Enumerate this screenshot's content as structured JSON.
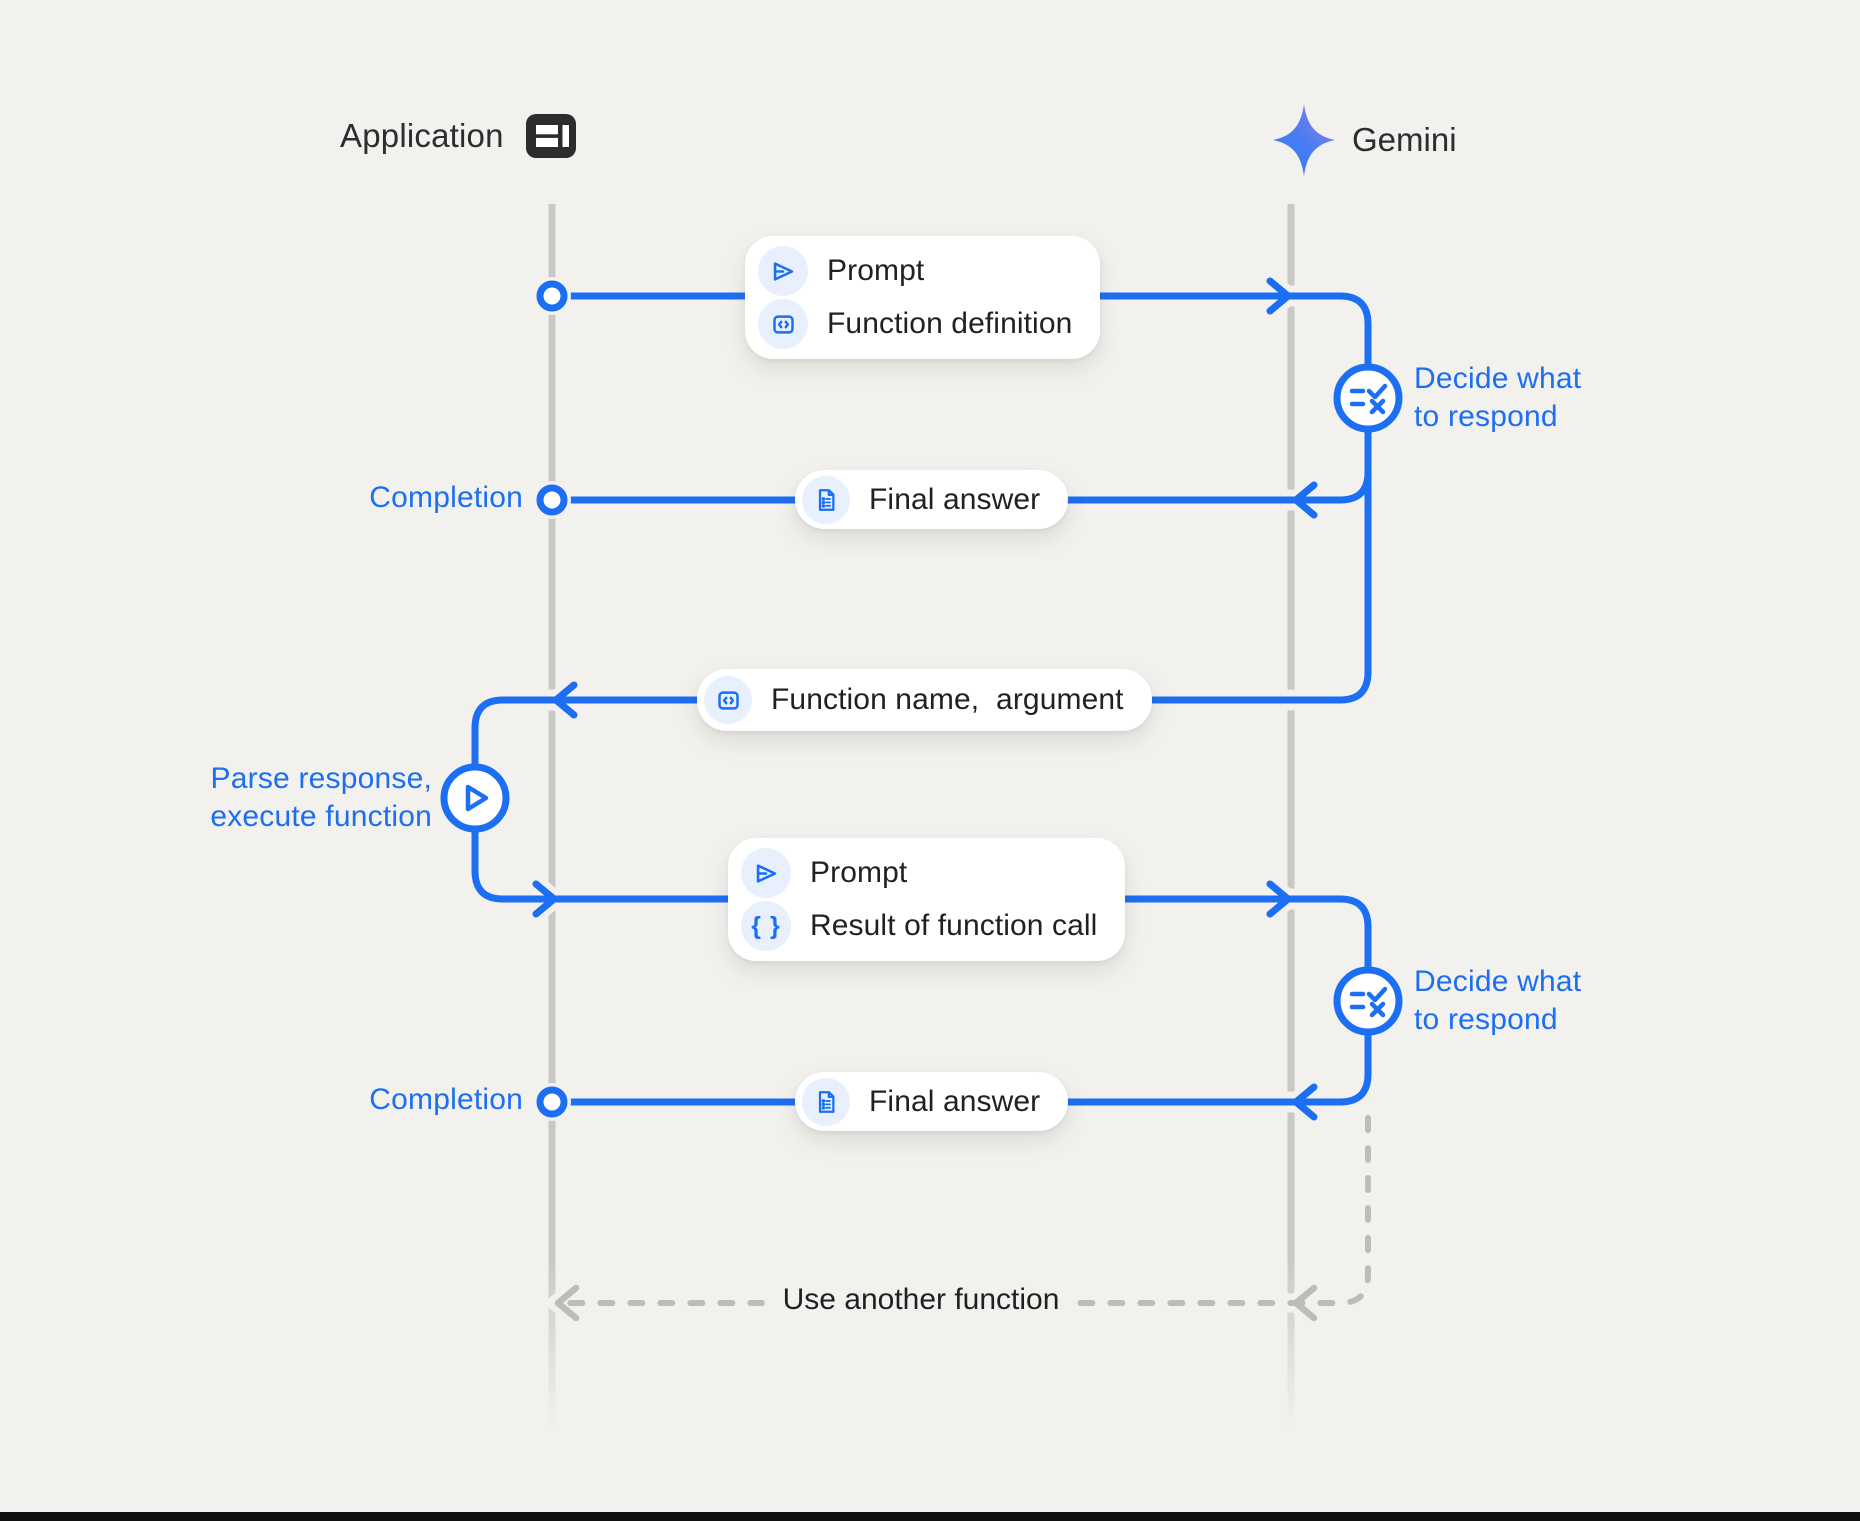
{
  "canvas": {
    "background": "#F2F1ED",
    "accent_blue": "#1C6EF2",
    "chip_blue": "#E8F0FD",
    "text_dark": "#202124",
    "lifeline_gray": "#C9C8C4",
    "dashed_gray": "#BDBCB8"
  },
  "header": {
    "application": {
      "label": "Application",
      "icon": "app-window-icon"
    },
    "gemini": {
      "label": "Gemini",
      "icon": "gemini-spark-icon"
    }
  },
  "messages": {
    "prompt_function_definition": {
      "rows": [
        {
          "icon": "send-icon",
          "label": "Prompt"
        },
        {
          "icon": "code-icon",
          "label": "Function definition"
        }
      ]
    },
    "final_answer_1": {
      "icon": "document-icon",
      "label": "Final answer"
    },
    "function_name_argument": {
      "icon": "code-icon",
      "label": "Function name,  argument"
    },
    "prompt_result": {
      "rows": [
        {
          "icon": "send-icon",
          "label": "Prompt"
        },
        {
          "icon": "braces-icon",
          "label": "Result of function call"
        }
      ]
    },
    "final_answer_2": {
      "icon": "document-icon",
      "label": "Final answer"
    },
    "use_another_function": {
      "label": "Use another function"
    }
  },
  "annotations": {
    "completion_1": "Completion",
    "completion_2": "Completion",
    "decide_1": {
      "line1": "Decide what",
      "line2": "to respond"
    },
    "decide_2": {
      "line1": "Decide what",
      "line2": "to respond"
    },
    "parse": {
      "line1": "Parse response,",
      "line2": "execute function"
    }
  },
  "glyphs": {
    "braces": "{ }"
  }
}
